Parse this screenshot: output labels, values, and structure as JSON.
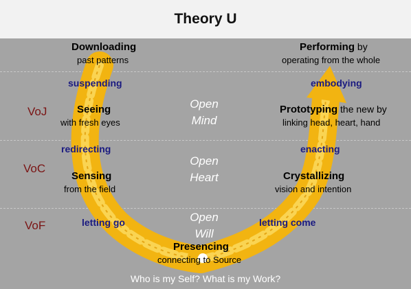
{
  "title": "Theory U",
  "open_labels": {
    "mind": [
      "Open",
      "Mind"
    ],
    "heart": [
      "Open",
      "Heart"
    ],
    "will": [
      "Open",
      "Will"
    ]
  },
  "voices": {
    "voj": "VoJ",
    "voc": "VoC",
    "vof": "VoF"
  },
  "left_stages": {
    "downloading": {
      "name": "Downloading",
      "desc": "past patterns"
    },
    "seeing": {
      "name": "Seeing",
      "desc": "with fresh eyes"
    },
    "sensing": {
      "name": "Sensing",
      "desc": "from the field"
    }
  },
  "right_stages": {
    "performing": {
      "name": "Performing",
      "suffix": " by",
      "desc": "operating from the whole"
    },
    "prototyping": {
      "name": "Prototyping",
      "suffix": " the new by",
      "desc": "linking head, heart, hand"
    },
    "crystallizing": {
      "name": "Crystallizing",
      "desc": "vision and intention"
    }
  },
  "bottom_stage": {
    "name": "Presencing",
    "desc": "connecting to Source"
  },
  "gestures": {
    "suspending": "suspending",
    "redirecting": "redirecting",
    "letting_go": "letting go",
    "embodying": "embodying",
    "enacting": "enacting",
    "letting_come": "letting come"
  },
  "bottom_question": "Who is my Self? What is my Work?",
  "colors": {
    "arrow": "#f2b411",
    "arrow_light": "#fbd75a",
    "panel": "#a4a4a4",
    "title_band": "#f2f2f2",
    "gesture_text": "#1a1a80",
    "voice_text": "#7a1414"
  }
}
